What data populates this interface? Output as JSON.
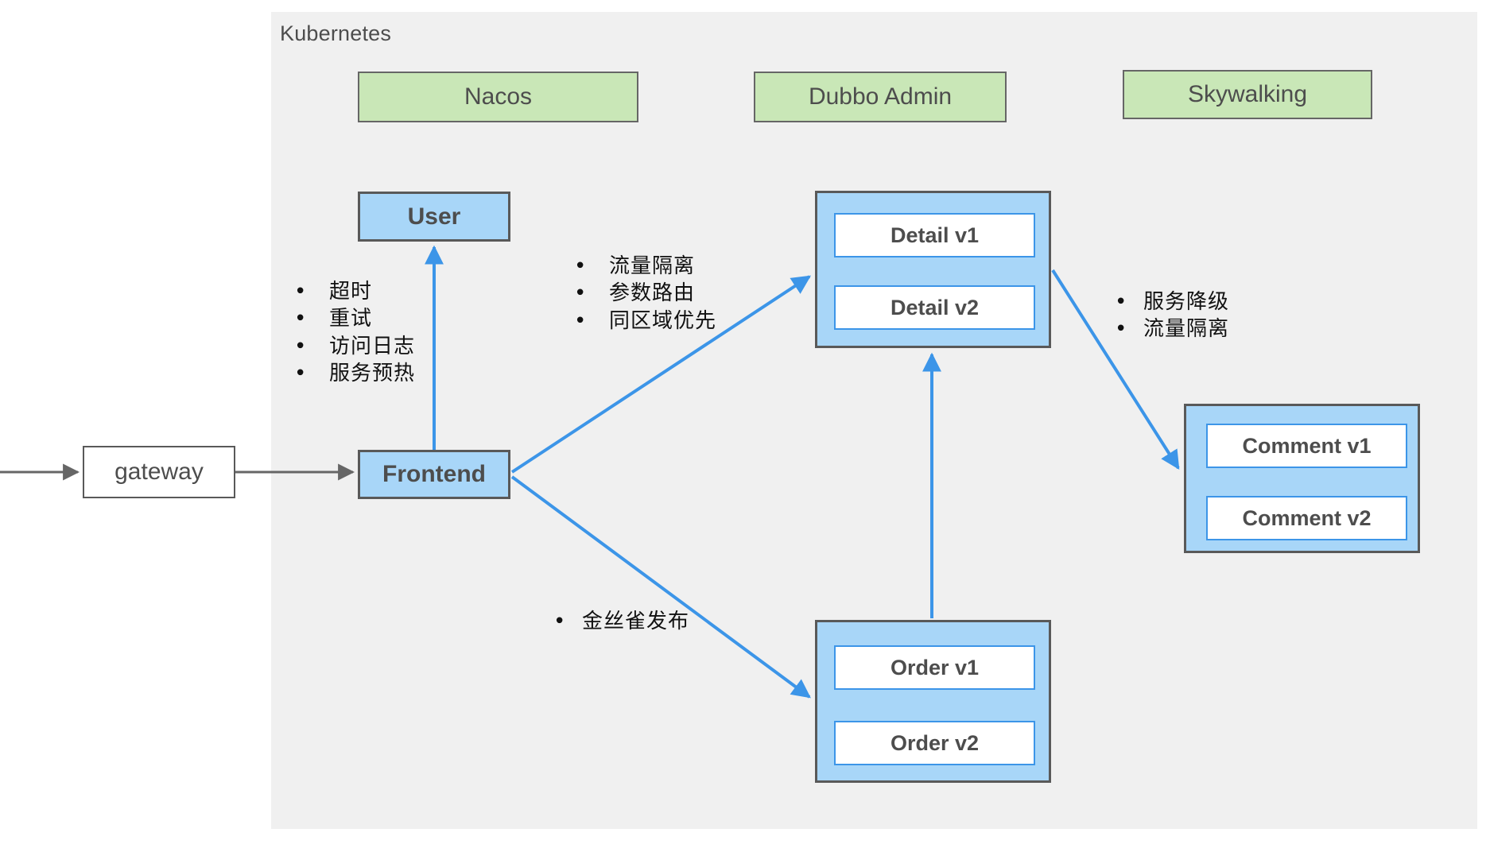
{
  "region": {
    "label": "Kubernetes"
  },
  "platform_services": [
    {
      "id": "nacos",
      "label": "Nacos"
    },
    {
      "id": "dubbo-admin",
      "label": "Dubbo Admin"
    },
    {
      "id": "skywalking",
      "label": "Skywalking"
    }
  ],
  "nodes": {
    "gateway": {
      "label": "gateway"
    },
    "user": {
      "label": "User"
    },
    "frontend": {
      "label": "Frontend"
    }
  },
  "service_groups": [
    {
      "id": "detail",
      "name": "Detail",
      "versions": [
        {
          "label": "Detail v1"
        },
        {
          "label": "Detail v2"
        }
      ]
    },
    {
      "id": "comment",
      "name": "Comment",
      "versions": [
        {
          "label": "Comment v1"
        },
        {
          "label": "Comment v2"
        }
      ]
    },
    {
      "id": "order",
      "name": "Order",
      "versions": [
        {
          "label": "Order v1"
        },
        {
          "label": "Order v2"
        }
      ]
    }
  ],
  "annotations": {
    "gateway_to_frontend": {
      "bullet": "•",
      "items": [
        "超时",
        "重试",
        "访问日志",
        "服务预热"
      ]
    },
    "frontend_to_detail": {
      "bullet": "•",
      "items": [
        "流量隔离",
        "参数路由",
        "同区域优先"
      ]
    },
    "detail_to_comment": {
      "bullet": "•",
      "items": [
        "服务降级",
        "流量隔离"
      ]
    },
    "frontend_to_order": {
      "bullet": "•",
      "items": [
        "金丝雀发布"
      ]
    }
  },
  "colors": {
    "region_background": "#f0f0f0",
    "platform_green": "#c9e7b7",
    "service_blue": "#a8d6f8",
    "arrow_blue": "#3c95e8",
    "arrow_gray": "#666666",
    "border_gray": "#595959",
    "text_gray": "#4d4d4d"
  }
}
